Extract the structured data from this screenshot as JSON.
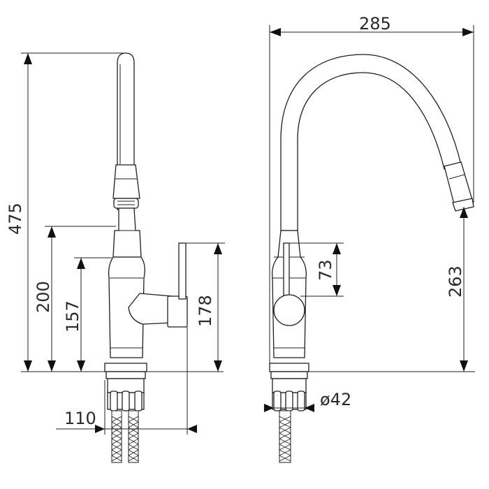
{
  "drawing": {
    "type": "technical-dimension-drawing",
    "unit": "mm",
    "views": [
      {
        "view": "front",
        "dimensions": [
          {
            "id": "total-height",
            "value": 475,
            "label": "475"
          },
          {
            "id": "spout-joint-height",
            "value": 200,
            "label": "200"
          },
          {
            "id": "body-top-height",
            "value": 157,
            "label": "157"
          },
          {
            "id": "handle-height",
            "value": 178,
            "label": "178"
          },
          {
            "id": "base-to-handle-width",
            "value": 110,
            "label": "110"
          }
        ]
      },
      {
        "view": "side",
        "dimensions": [
          {
            "id": "spout-reach",
            "value": 285,
            "label": "285"
          },
          {
            "id": "outlet-height",
            "value": 263,
            "label": "263"
          },
          {
            "id": "handle-travel",
            "value": 73,
            "label": "73"
          },
          {
            "id": "base-diameter",
            "value": 42,
            "label": "ø42"
          }
        ]
      }
    ]
  },
  "labels": {
    "total_height": "475",
    "spout_joint_height": "200",
    "body_top_height": "157",
    "handle_height": "178",
    "base_width": "110",
    "spout_reach": "285",
    "outlet_height": "263",
    "handle_travel": "73",
    "base_diameter": "ø42"
  }
}
